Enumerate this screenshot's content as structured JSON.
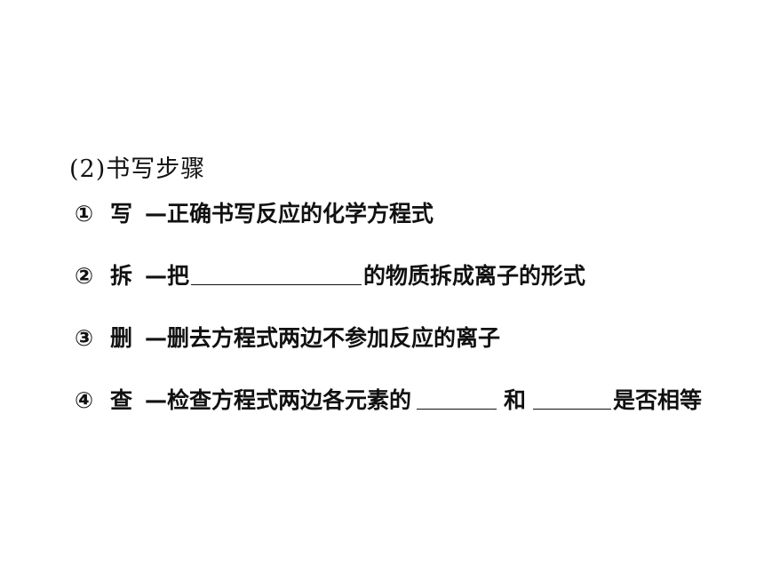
{
  "heading": "(2)书写步骤",
  "steps": [
    {
      "num": "①",
      "verb": "写",
      "parts": [
        "—正确书写反应的化学方程式"
      ]
    },
    {
      "num": "②",
      "verb": "拆",
      "parts": [
        "—把",
        "的物质拆成离子的形式"
      ]
    },
    {
      "num": "③",
      "verb": "删",
      "parts": [
        "—删去方程式两边不参加反应的离子"
      ]
    },
    {
      "num": "④",
      "verb": "查",
      "parts": [
        "—检查方程式两边各元素的",
        "和",
        "是否相等"
      ]
    }
  ]
}
